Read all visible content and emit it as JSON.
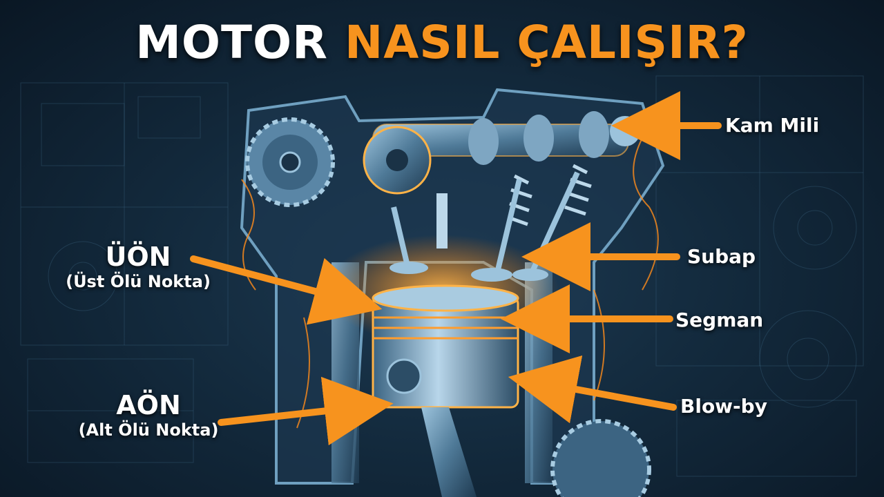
{
  "title": {
    "word1": "MOTOR",
    "word2": "NASIL ÇALIŞIR?"
  },
  "labels": {
    "kam_mili": "Kam Mili",
    "subap": "Subap",
    "segman": "Segman",
    "blow_by": "Blow-by",
    "uon": "ÜÖN",
    "uon_sub": "(Üst Ölü Nokta)",
    "aon": "AÖN",
    "aon_sub": "(Alt Ölü Nokta)"
  },
  "colors": {
    "accent": "#f7931e",
    "title_white": "#ffffff",
    "metal": "#8fb3cc",
    "glow": "#ff8c1a"
  },
  "icons": [
    "gear-icon",
    "camshaft-icon",
    "valve-spring-icon",
    "piston-icon",
    "arrow-icon"
  ]
}
